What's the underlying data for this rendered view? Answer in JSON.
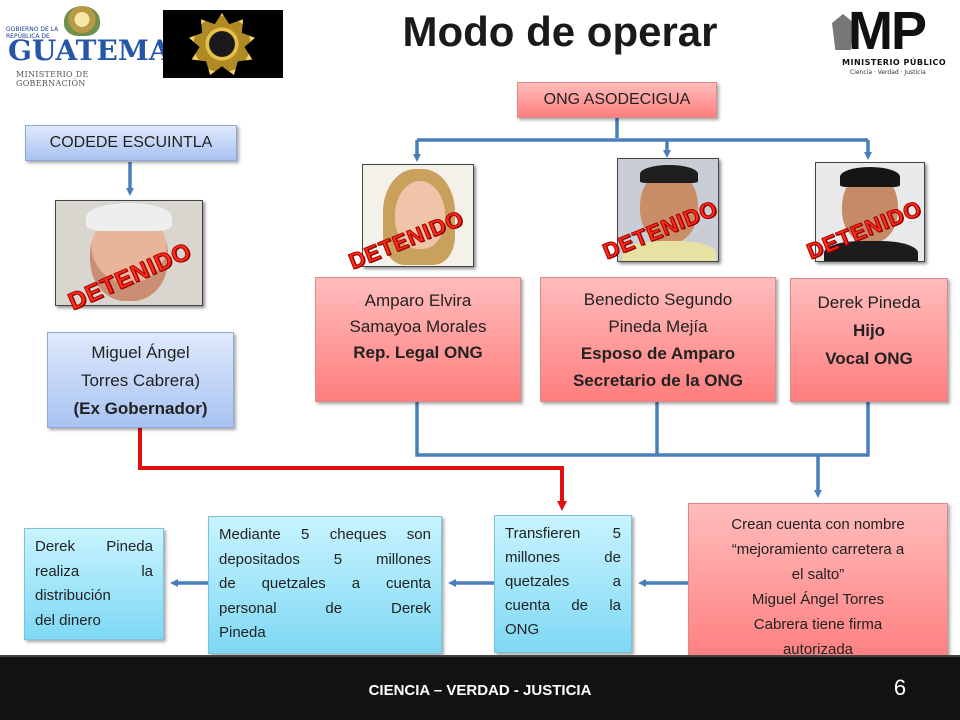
{
  "header": {
    "title": "Modo de operar",
    "guatemala_logo": {
      "small_text": "GOBIERNO DE LA REPÚBLICA DE",
      "name": "GUATEMALA",
      "subtitle": "MINISTERIO DE GOBERNACIÓN"
    },
    "mp_logo": {
      "letters": "MP",
      "subtitle": "MINISTERIO PÚBLICO",
      "motto": "Ciencia · Verdad · Justicia"
    }
  },
  "stamp_text": "DETENIDO",
  "nodes": {
    "ong": "ONG ASODECIGUA",
    "codede": "CODEDE ESCUINTLA",
    "amparo": {
      "line1": "Amparo Elvira",
      "line2": "Samayoa Morales",
      "line3": "Rep.  Legal ONG"
    },
    "benedicto": {
      "line1": "Benedicto Segundo",
      "line2": "Pineda Mejía",
      "line3": "Esposo de Amparo",
      "line4": "Secretario de la ONG"
    },
    "derek": {
      "line1": "Derek Pineda",
      "line2": "Hijo",
      "line3": "Vocal ONG"
    },
    "miguel": {
      "line1": "Miguel Ángel",
      "line2": "Torres Cabrera)",
      "line3": "(Ex Gobernador)"
    },
    "crean": {
      "line1": "Crean cuenta con nombre",
      "line2": "“mejoramiento carretera a",
      "line3": "el salto”",
      "line4": "Miguel Ángel Torres",
      "line5": "Cabrera tiene firma",
      "line6": "autorizada"
    },
    "transfieren": {
      "line1": "Transfieren 5",
      "line2": "millones de",
      "line3": "quetzales a",
      "line4": "cuenta de la",
      "line5": "ONG"
    },
    "mediante": {
      "line1": "Mediante 5 cheques son",
      "line2": "depositados 5 millones",
      "line3": "de quetzales a cuenta",
      "line4": "personal de Derek",
      "line5": "Pineda"
    },
    "derek_dist": {
      "line1": "Derek Pineda",
      "line2": "realiza la",
      "line3": "distribución",
      "line4": "del dinero"
    }
  },
  "footer": {
    "motto": "CIENCIA – VERDAD - JUSTICIA",
    "page_number": "6"
  },
  "colors": {
    "connector_blue": "#4a7ebb",
    "connector_red": "#e01010",
    "stamp_red": "#ff2d1a"
  }
}
